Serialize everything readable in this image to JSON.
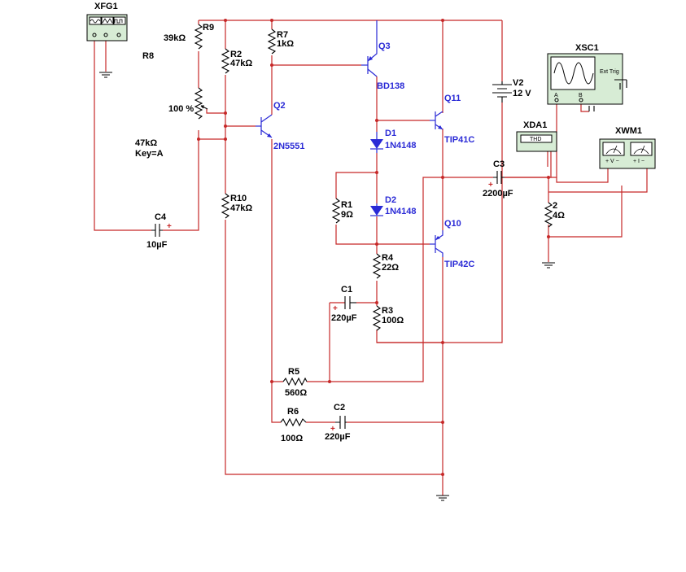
{
  "instruments": {
    "xfg1": "XFG1",
    "xsc1": "XSC1",
    "xsc1_ext_trig": "Ext Trig",
    "xsc1_a": "A",
    "xsc1_b": "B",
    "xda1": "XDA1",
    "xda1_thd": "THD",
    "xwm1": "XWM1"
  },
  "components": {
    "r9_name": "R9",
    "r9_value": "39kΩ",
    "r8_name": "R8",
    "r8_percent": "100 %",
    "r8_value": "47kΩ",
    "r8_key": "Key=A",
    "r7_name": "R7",
    "r7_value": "1kΩ",
    "r2_name": "R2",
    "r2_value": "47kΩ",
    "q3_name": "Q3",
    "q3_model": "BD138",
    "q2_name": "Q2",
    "q2_model": "2N5551",
    "q11_name": "Q11",
    "q11_model": "TIP41C",
    "q10_name": "Q10",
    "q10_model": "TIP42C",
    "d1_name": "D1",
    "d1_model": "1N4148",
    "d2_name": "D2",
    "d2_model": "1N4148",
    "r1_name": "R1",
    "r1_value": "9Ω",
    "r10_name": "R10",
    "r10_value": "47kΩ",
    "c4_name": "C4",
    "c4_value": "10µF",
    "r4_name": "R4",
    "r4_value": "22Ω",
    "c1_name": "C1",
    "c1_value": "220µF",
    "r3_name": "R3",
    "r3_value": "100Ω",
    "r5_name": "R5",
    "r5_value": "560Ω",
    "r6_name": "R6",
    "r6_value": "100Ω",
    "c2_name": "C2",
    "c2_value": "220µF",
    "v2_name": "V2",
    "v2_value": "12 V",
    "c3_name": "C3",
    "c3_value": "2200µF",
    "rl_name": "2",
    "rl_value": "4Ω"
  },
  "colors": {
    "wire": "#c62828",
    "semiconductor": "#2a2ad6",
    "instrument_panel": "#d7ecd5"
  }
}
